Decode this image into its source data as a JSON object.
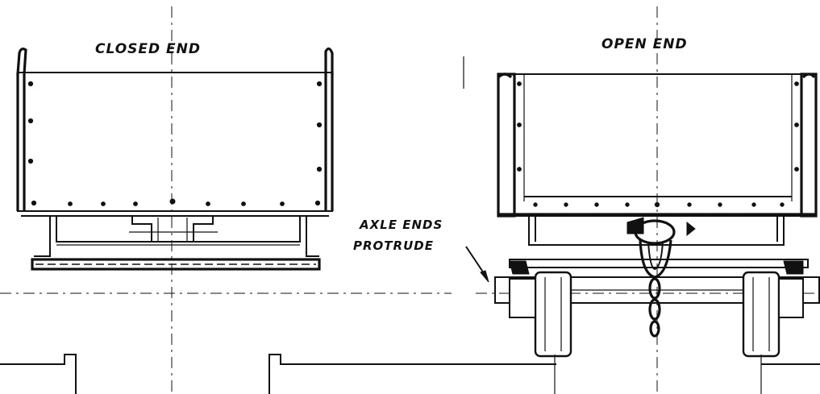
{
  "labels": {
    "closed_end": "CLOSED END",
    "open_end": "OPEN END",
    "axle_line1": "AXLE ENDS",
    "axle_line2": "PROTRUDE"
  },
  "colors": {
    "ink": "#111111",
    "paper": "#ffffff"
  }
}
